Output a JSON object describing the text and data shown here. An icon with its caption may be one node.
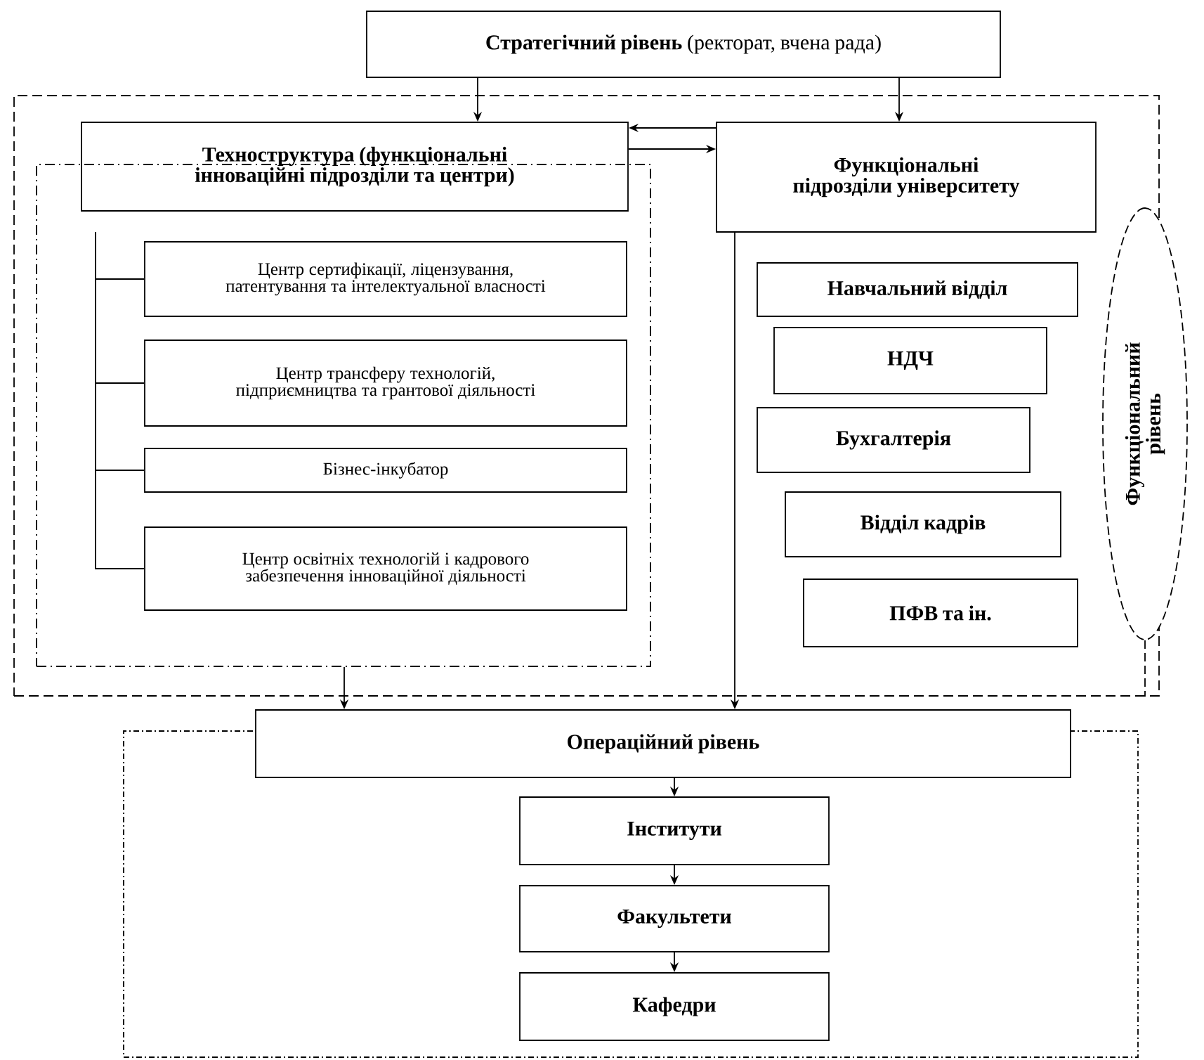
{
  "diagram": {
    "nodes": [
      {
        "text": [
          "**Стратегічний рівень** (ректорат, вчена рада)"
        ]
      },
      {
        "text": [],
        "shape": "box"
      },
      {
        "text": [
          "Техноструктура (функціональні інноваційні підрозділи та центри)"
        ],
        "in": 1
      },
      {
        "text": [],
        "shape": "box",
        "in": 1
      },
      {
        "text": [
          "Центр сертифікації, ліцензування, патентування та інтелектуальної власності"
        ],
        "in": 3
      },
      {
        "text": [
          "Центр трансферу технологій, підприємництва та грантової діяльності"
        ],
        "in": 3
      },
      {
        "text": [
          "Бізнес-інкубатор"
        ],
        "in": 3
      },
      {
        "text": [
          "Центр освітніх технологій і кадрового забезпечення інноваційної діяльності"
        ],
        "in": 3
      },
      {
        "text": [
          "Функціональні підрозділи університету"
        ],
        "in": 1
      },
      {
        "text": [
          "Навчальний відділ"
        ],
        "in": 1
      },
      {
        "text": [
          "НДЧ"
        ],
        "in": 1
      },
      {
        "text": [
          "Бухгалтерія"
        ],
        "in": 1
      },
      {
        "text": [
          "Відділ кадрів"
        ],
        "in": 1
      },
      {
        "text": [
          "ПФВ та ін."
        ],
        "in": 1
      },
      {
        "text": [
          "Функціональний рівень"
        ]
      },
      {
        "text": [],
        "shape": "box"
      },
      {
        "text": [
          "Операційний рівень"
        ]
      },
      {
        "text": [
          "Інститути"
        ],
        "in": 15
      },
      {
        "text": [
          "Факультети"
        ],
        "in": 15
      },
      {
        "text": [
          "Кафедри"
        ],
        "in": 15
      }
    ],
    "edges": [
      {
        "from": 0,
        "to": 2,
        "arrow": "to"
      },
      {
        "from": 0,
        "to": 8,
        "arrow": "to"
      },
      {
        "from": 8,
        "to": 2,
        "arrow": "to"
      },
      {
        "from": 2,
        "to": 8,
        "arrow": "to"
      },
      {
        "from": null,
        "to": 4,
        "arrow": "none"
      },
      {
        "from": null,
        "to": 5,
        "arrow": "none"
      },
      {
        "from": null,
        "to": 6,
        "arrow": "none"
      },
      {
        "from": null,
        "to": 7,
        "arrow": "none"
      },
      {
        "from": 3,
        "to": 16,
        "arrow": "to"
      },
      {
        "from": 8,
        "to": 16,
        "arrow": "to"
      },
      {
        "from": 14,
        "to": 1,
        "arrow": "none",
        "style": "dashed"
      },
      {
        "from": 16,
        "to": 17,
        "arrow": "to"
      },
      {
        "from": 17,
        "to": 18,
        "arrow": "to"
      },
      {
        "from": 18,
        "to": 19,
        "arrow": "to"
      }
    ]
  }
}
